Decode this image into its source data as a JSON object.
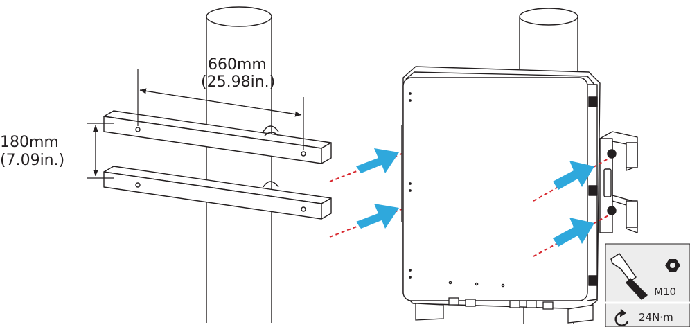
{
  "dimensions": {
    "width": {
      "metric": "660mm",
      "imperial": "(25.98in.)"
    },
    "height": {
      "metric": "180mm",
      "imperial": "(7.09in.)"
    }
  },
  "tool_panel": {
    "bolt_size": "M10",
    "torque": "24N·m",
    "icons": [
      "socket-wrench-icon",
      "hex-nut-icon",
      "rotate-clockwise-icon"
    ]
  },
  "colors": {
    "arrow": "#2fa8dc",
    "guide_line": "#d8262d",
    "panel_background": "#ededed",
    "outline": "#231f20"
  }
}
